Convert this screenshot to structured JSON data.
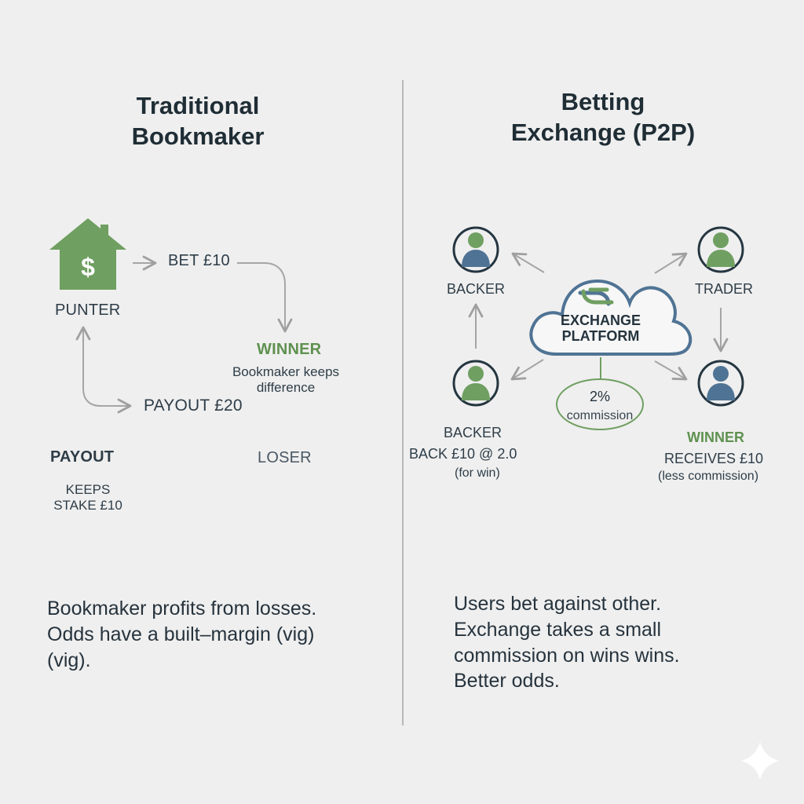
{
  "left_panel": {
    "title_line_1": "Traditional",
    "title_line_2": "Bookmaker",
    "punter_label": "PUNTER",
    "bet_label": "BET £10",
    "winner_label": "WINNER",
    "bookmaker_note_line_1": "Bookmaker keeps",
    "bookmaker_note_line_2": "difference",
    "payout_arrow_label": "PAYOUT £20",
    "payout_label": "PAYOUT",
    "loser_label": "LOSER",
    "keeps_line_1": "KEEPS",
    "keeps_line_2": "STAKE £10",
    "summary_line_1": "Bookmaker profits from losses.",
    "summary_line_2": "Odds have a built–margin (vig)",
    "summary_line_3": "(vig)."
  },
  "right_panel": {
    "title_line_1": "Betting",
    "title_line_2": "Exchange (P2P)",
    "backer_top_label": "BACKER",
    "trader_label": "TRADER",
    "platform_line_1": "EXCHANGE",
    "platform_line_2": "PLATFORM",
    "commission_value": "2%",
    "commission_label": "commission",
    "backer_bottom_label": "BACKER",
    "back_bet_label": "BACK £10 @ 2.0",
    "back_bet_note": "(for win)",
    "winner_label": "WINNER",
    "receives_label": "RECEIVES £10",
    "commission_note": "(less commission)",
    "summary_line_1": "Users bet against other.",
    "summary_line_2": "Exchange takes a small",
    "summary_line_3": "commission on wins wins.",
    "summary_line_4": "Better odds."
  },
  "colors": {
    "background": "#efefef",
    "green": "#6f9f61",
    "blue": "#4f7394",
    "text": "#2c3b46",
    "arrow": "#a5a5a5"
  },
  "icons": {
    "house": "house-dollar-icon",
    "users": "user-icon",
    "platform": "exchange-link-icon",
    "sparkle": "sparkle-icon"
  }
}
